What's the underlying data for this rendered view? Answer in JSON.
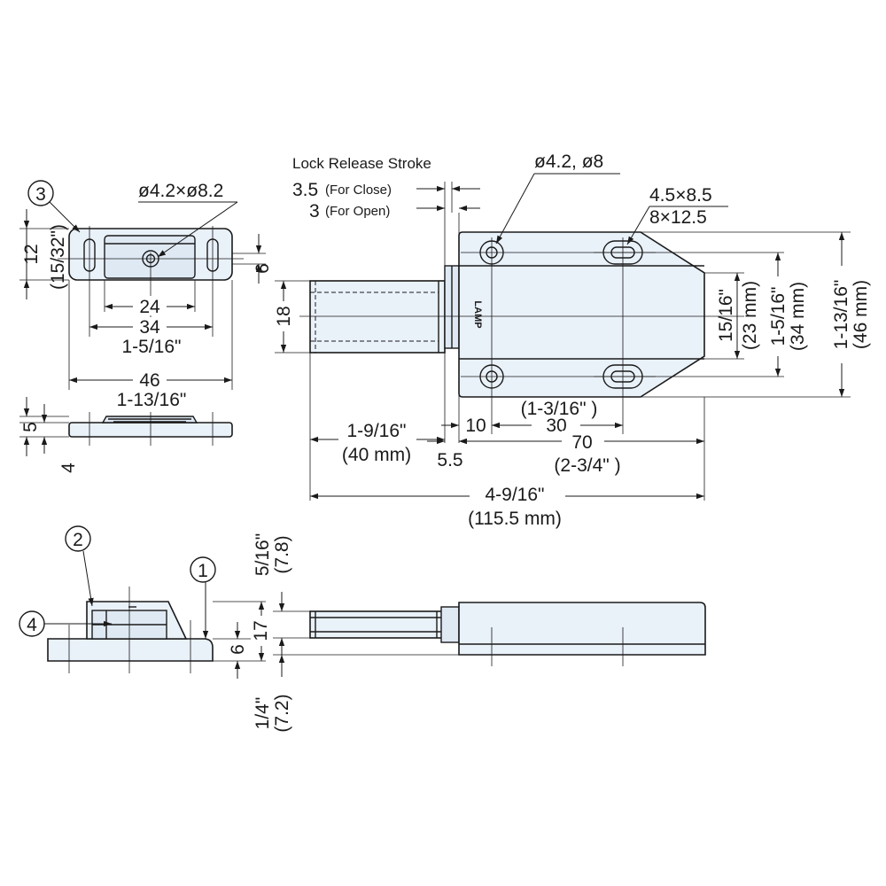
{
  "strike_top_view": {
    "callout": "3",
    "hole_spec": "ø4.2×ø8.2",
    "dim_width_46": "46",
    "dim_width_in": "1-13/16\"",
    "dim_holes_34": "34",
    "dim_holes_in": "1-5/16\"",
    "dim_recess_24": "24",
    "dim_height_12": "12",
    "dim_height_in": "(15/32\")",
    "dim_slot_6": "6"
  },
  "strike_side_view": {
    "dim_5": "5",
    "dim_4": "4"
  },
  "latch_top_view": {
    "stroke_title": "Lock Release Stroke",
    "stroke_close_value": "3.5",
    "stroke_close_label": "(For Close)",
    "stroke_open_value": "3",
    "stroke_open_label": "(For Open)",
    "hole_spec": "ø4.2, ø8",
    "slot_spec_1": "4.5×8.5",
    "slot_spec_2": "8×12.5",
    "logo": "LAMP",
    "dim_18": "18",
    "dim_15_16": "15/16\"",
    "dim_23mm": "(23 mm)",
    "dim_1_5_16": "1-5/16\"",
    "dim_34mm": "(34 mm)",
    "dim_1_13_16": "1-13/16\"",
    "dim_46mm": "(46 mm)",
    "dim_plunger_in": "1-9/16\"",
    "dim_plunger_mm": "(40 mm)",
    "dim_5_5": "5.5",
    "dim_10": "10",
    "dim_30": "30",
    "dim_30_in": "(1-3/16\" )",
    "dim_70": "70",
    "dim_70_in": "(2-3/4\" )",
    "dim_total_in": "4-9/16\"",
    "dim_total_mm": "(115.5 mm)"
  },
  "front_view": {
    "callout_1": "1",
    "callout_2": "2",
    "callout_4": "4",
    "dim_17": "17",
    "dim_6": "6",
    "dim_5_16": "5/16\"",
    "dim_7_8": "(7.8)",
    "dim_1_4": "1/4\"",
    "dim_7_2": "(7.2)"
  }
}
